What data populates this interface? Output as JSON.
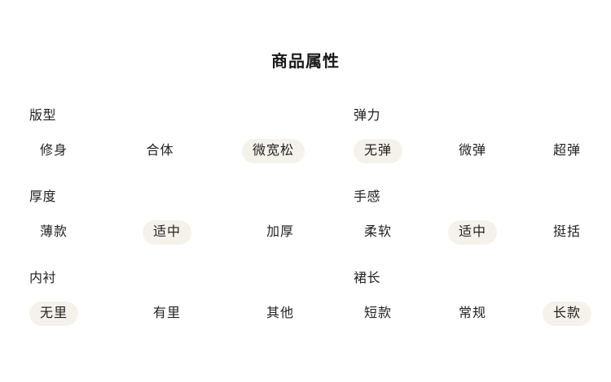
{
  "page": {
    "title": "商品属性",
    "background_color": "#ffffff",
    "text_color": "#222222",
    "selected_pill_color": "#f5f2ec"
  },
  "attributes": [
    {
      "label": "版型",
      "options": [
        {
          "text": "修身",
          "selected": false
        },
        {
          "text": "合体",
          "selected": false
        },
        {
          "text": "微宽松",
          "selected": true
        }
      ]
    },
    {
      "label": "弹力",
      "options": [
        {
          "text": "无弹",
          "selected": true
        },
        {
          "text": "微弹",
          "selected": false
        },
        {
          "text": "超弹",
          "selected": false
        }
      ]
    },
    {
      "label": "厚度",
      "options": [
        {
          "text": "薄款",
          "selected": false
        },
        {
          "text": "适中",
          "selected": true
        },
        {
          "text": "加厚",
          "selected": false
        }
      ]
    },
    {
      "label": "手感",
      "options": [
        {
          "text": "柔软",
          "selected": false
        },
        {
          "text": "适中",
          "selected": true
        },
        {
          "text": "挺括",
          "selected": false
        }
      ]
    },
    {
      "label": "内衬",
      "options": [
        {
          "text": "无里",
          "selected": true
        },
        {
          "text": "有里",
          "selected": false
        },
        {
          "text": "其他",
          "selected": false
        }
      ]
    },
    {
      "label": "裙长",
      "options": [
        {
          "text": "短款",
          "selected": false
        },
        {
          "text": "常规",
          "selected": false
        },
        {
          "text": "长款",
          "selected": true
        }
      ]
    }
  ]
}
